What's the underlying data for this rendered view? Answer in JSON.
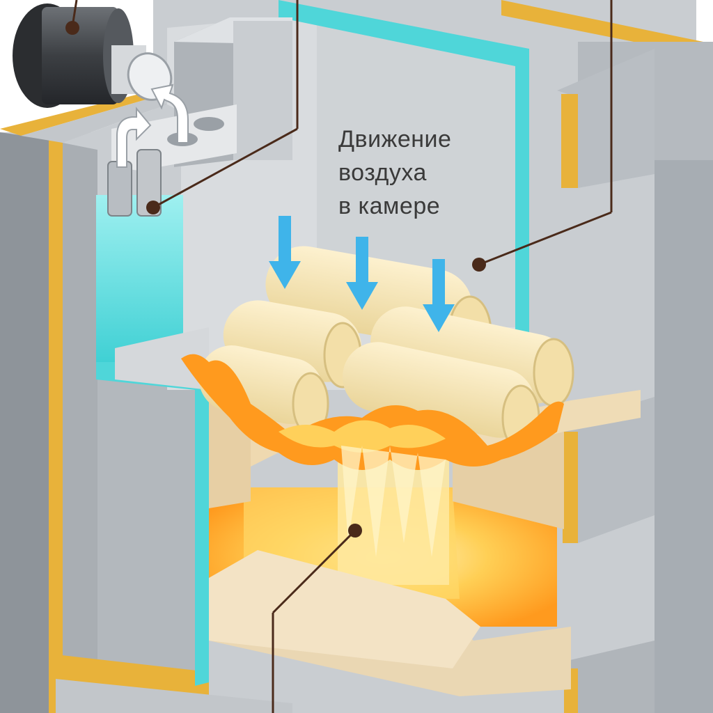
{
  "caption": {
    "lines": [
      "Движение",
      "воздуха",
      "в камере"
    ]
  },
  "colors": {
    "wall_gray": "#b8bdc2",
    "wall_dark": "#8e949a",
    "insulation_gold": "#e8b23a",
    "water_cyan": "#4fd6d9",
    "inner_light": "#d9dcdf",
    "log_cream": "#f6e6b8",
    "fire_orange": "#ff9a1e",
    "fire_yellow": "#ffe27a",
    "arrow_blue": "#3fb4ea",
    "leader_brown": "#4a2a1a"
  },
  "icons": [
    "down-arrow-icon",
    "up-arrow-icon",
    "callout-dot-icon",
    "fan-icon"
  ]
}
